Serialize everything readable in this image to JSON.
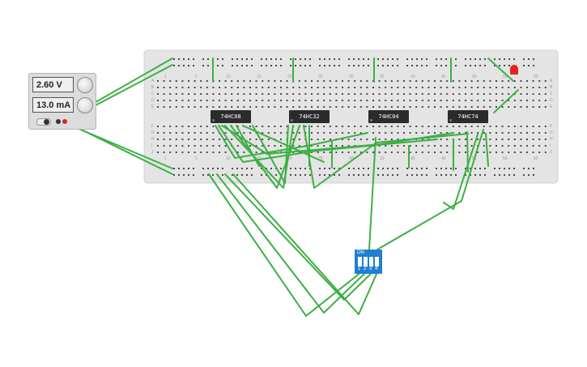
{
  "psu": {
    "voltage": "2.60 V",
    "current": "13.0 mA"
  },
  "chips": [
    {
      "label": "74HC08"
    },
    {
      "label": "74HC32"
    },
    {
      "label": "74HC04"
    },
    {
      "label": "74HC74"
    }
  ],
  "dip": {
    "on_label": "ON",
    "switch_numbers": [
      "1",
      "2",
      "3",
      "4"
    ]
  },
  "breadboard": {
    "column_numbers_top": [
      "1",
      "5",
      "10",
      "15",
      "20",
      "25",
      "30",
      "35",
      "40",
      "45",
      "50",
      "55",
      "60"
    ],
    "column_numbers_bottom": [
      "1",
      "5",
      "10",
      "15",
      "20",
      "25",
      "30",
      "35",
      "40",
      "45",
      "50",
      "55",
      "60"
    ],
    "row_letters_top": [
      "A",
      "B",
      "C",
      "D",
      "E"
    ],
    "row_letters_bottom": [
      "F",
      "G",
      "H",
      "I",
      "J"
    ]
  },
  "colors": {
    "wire": "#3cb043",
    "board": "#e4e4e4",
    "chip": "#2b2b2b",
    "dip": "#1f7fd1",
    "led": "#e52222"
  }
}
